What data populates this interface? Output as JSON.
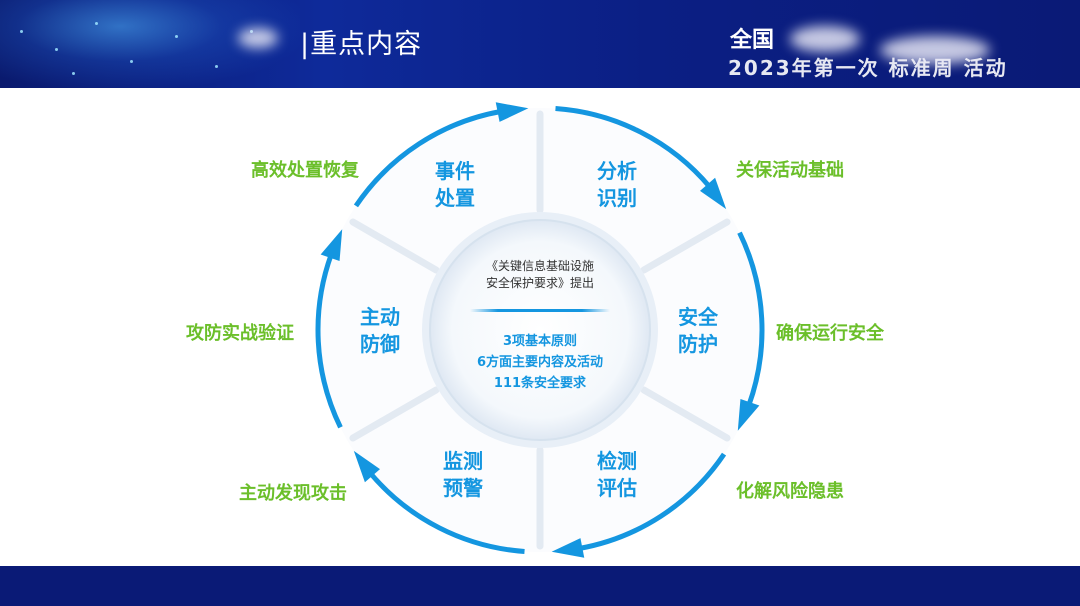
{
  "header": {
    "title": "|重点内容",
    "right_top": "全国",
    "right_bottom": "2023年第一次   标准周   活动"
  },
  "diagram": {
    "center": {
      "note_line1": "《关键信息基础设施",
      "note_line2": "安全保护要求》提出",
      "stat1": "3项基本原则",
      "stat2": "6方面主要内容及活动",
      "stat3": "111条安全要求"
    },
    "segments": [
      {
        "line1": "分析",
        "line2": "识别",
        "outer": "关保活动基础"
      },
      {
        "line1": "安全",
        "line2": "防护",
        "outer": "确保运行安全"
      },
      {
        "line1": "检测",
        "line2": "评估",
        "outer": "化解风险隐患"
      },
      {
        "line1": "监测",
        "line2": "预警",
        "outer": "主动发现攻击"
      },
      {
        "line1": "主动",
        "line2": "防御",
        "outer": "攻防实战验证"
      },
      {
        "line1": "事件",
        "line2": "处置",
        "outer": "高效处置恢复"
      }
    ]
  },
  "colors": {
    "header_bg": "#0b1f84",
    "accent_blue": "#1496e0",
    "outer_green": "#6bbf2a",
    "footer_bg": "#0a1a76"
  }
}
